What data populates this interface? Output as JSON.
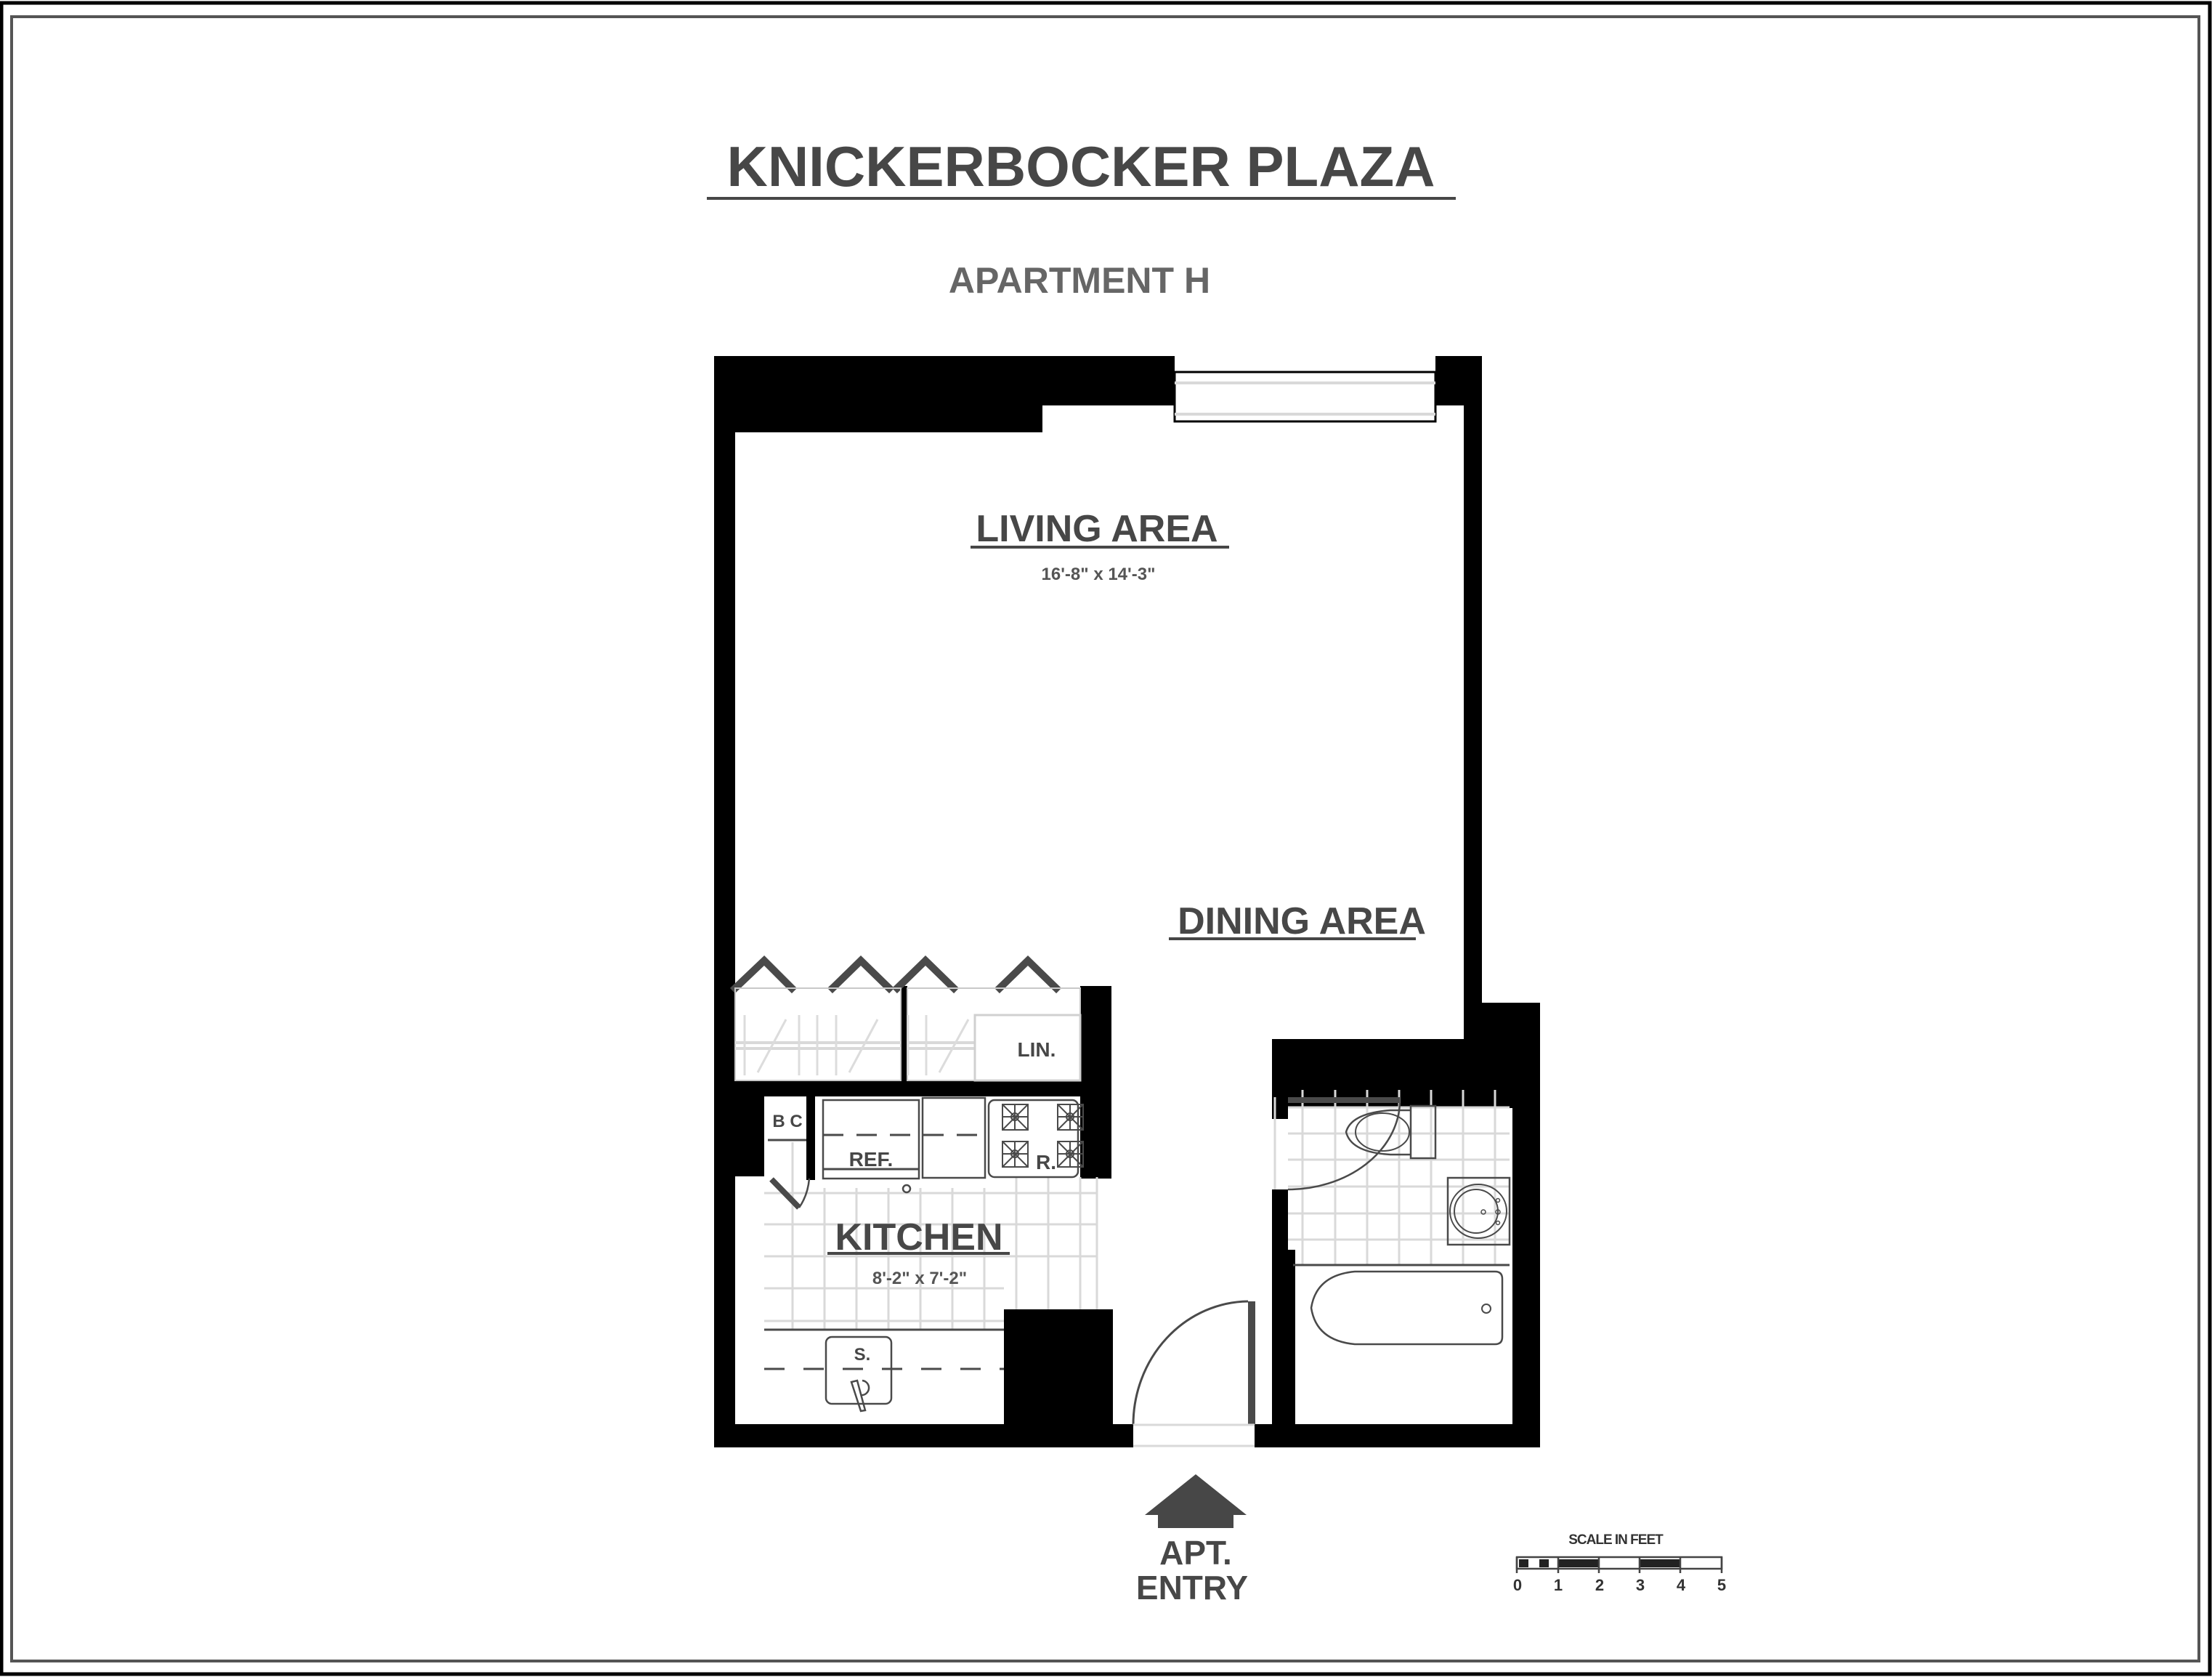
{
  "header": {
    "building_name": "KNICKERBOCKER PLAZA",
    "unit_name": "APARTMENT H"
  },
  "rooms": {
    "living": {
      "label": "LIVING AREA",
      "dimensions": "16'-8\" x 14'-3\""
    },
    "dining": {
      "label": "DINING AREA"
    },
    "kitchen": {
      "label": "KITCHEN",
      "dimensions": "8'-2\" x 7'-2\""
    }
  },
  "fixtures": {
    "linen_closet": "LIN.",
    "broom_closet": "B C",
    "refrigerator": "REF.",
    "range": "R.",
    "sink": "S."
  },
  "entry": {
    "line1": "APT.",
    "line2": "ENTRY"
  },
  "scale": {
    "title": "SCALE IN FEET",
    "ticks": [
      "0",
      "1",
      "2",
      "3",
      "4",
      "5"
    ]
  },
  "colors": {
    "text": "#474747",
    "walls": "#000000",
    "tile_grid": "#d9d9d9",
    "frame": "#555555"
  }
}
